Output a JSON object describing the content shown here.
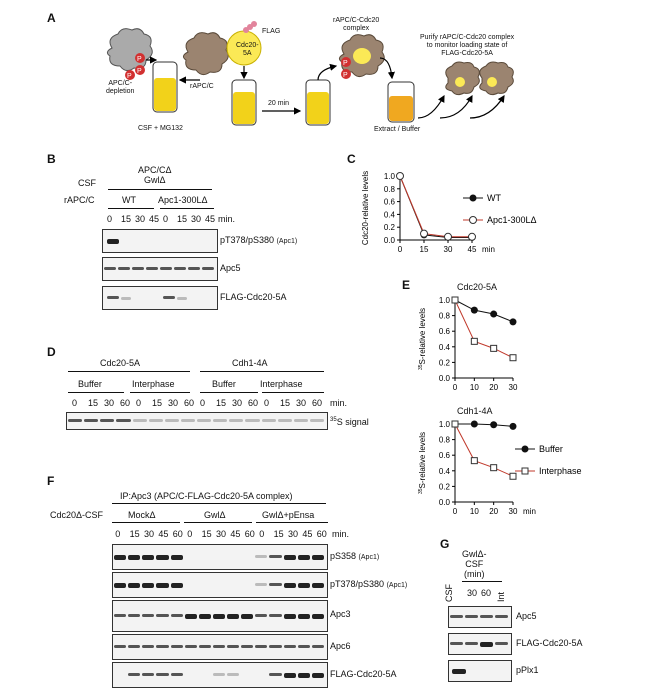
{
  "panelA": {
    "letter": "A",
    "flag": "FLAG",
    "cdc20": "Cdc20-\n5A",
    "rapcc_cdc20": "rAPC/C-Cdc20\ncomplex",
    "purify": "Purify rAPC/C-Cdc20 complex\nto monitor loading state of\nFLAG-Cdc20-5A",
    "depletion": "APC/C-\ndepletion",
    "rapcc": "rAPC/C",
    "time": "20 min",
    "csf": "CSF + MG132",
    "extract": "Extract / Buffer",
    "p": "P"
  },
  "panelB": {
    "letter": "B",
    "csf_label": "CSF",
    "csf_value": "APC/CΔ\nGwlΔ",
    "rapcc_label": "rAPC/C",
    "wt": "WT",
    "mutant": "Apc1-300LΔ",
    "times": [
      "0",
      "15",
      "30",
      "45",
      "0",
      "15",
      "30",
      "45"
    ],
    "min": "min.",
    "rows": [
      "pT378/pS380",
      "Apc5",
      "FLAG-Cdc20-5A"
    ],
    "sub": "(Apc1)"
  },
  "panelC": {
    "letter": "C",
    "ylabel": "Cdc20-relative levels",
    "yticks": [
      "0.0",
      "0.2",
      "0.4",
      "0.6",
      "0.8",
      "1.0"
    ],
    "xticks": [
      "0",
      "15",
      "30",
      "45"
    ],
    "xunit": "min",
    "legend": [
      "WT",
      "Apc1-300LΔ"
    ]
  },
  "panelD": {
    "letter": "D",
    "groups": [
      "Cdc20-5A",
      "Cdh1-4A"
    ],
    "buffer": "Buffer",
    "interphase": "Interphase",
    "times": [
      "0",
      "15",
      "30",
      "60",
      "0",
      "15",
      "30",
      "60",
      "0",
      "15",
      "30",
      "60",
      "0",
      "15",
      "30",
      "60"
    ],
    "min": "min.",
    "signal_sup": "35",
    "signal": "S signal"
  },
  "panelE": {
    "letter": "E",
    "top_title": "Cdc20-5A",
    "bottom_title": "Cdh1-4A",
    "ylabel_sup": "35",
    "ylabel": "S-relative levels",
    "yticks": [
      "0.0",
      "0.2",
      "0.4",
      "0.6",
      "0.8",
      "1.0"
    ],
    "xticks": [
      "0",
      "10",
      "20",
      "30"
    ],
    "xunit": "min",
    "legend": [
      "Buffer",
      "Interphase"
    ]
  },
  "chart_data": [
    {
      "type": "line",
      "ylabel": "Cdc20-relative levels",
      "x": [
        0,
        15,
        30,
        45
      ],
      "ylim": [
        0,
        1.0
      ],
      "series": [
        {
          "name": "WT",
          "values": [
            1.0,
            0.08,
            0.04,
            0.04
          ],
          "color": "#111111"
        },
        {
          "name": "Apc1-300LΔ",
          "values": [
            1.0,
            0.1,
            0.05,
            0.05
          ],
          "color": "#c0392b"
        }
      ]
    },
    {
      "type": "line",
      "title": "Cdc20-5A",
      "x": [
        0,
        10,
        20,
        30
      ],
      "ylim": [
        0,
        1.0
      ],
      "series": [
        {
          "name": "Buffer",
          "values": [
            1.0,
            0.87,
            0.82,
            0.72
          ],
          "color": "#111111"
        },
        {
          "name": "Interphase",
          "values": [
            1.0,
            0.47,
            0.38,
            0.26
          ],
          "color": "#c0392b"
        }
      ]
    },
    {
      "type": "line",
      "title": "Cdh1-4A",
      "x": [
        0,
        10,
        20,
        30
      ],
      "ylim": [
        0,
        1.0
      ],
      "series": [
        {
          "name": "Buffer",
          "values": [
            1.0,
            1.0,
            0.99,
            0.97
          ],
          "color": "#111111"
        },
        {
          "name": "Interphase",
          "values": [
            1.0,
            0.53,
            0.44,
            0.33
          ],
          "color": "#c0392b"
        }
      ]
    }
  ],
  "panelF": {
    "letter": "F",
    "ip": "IP:Apc3 (APC/C-FLAG-Cdc20-5A complex)",
    "csf_label": "Cdc20Δ-CSF",
    "groups": [
      "MockΔ",
      "GwlΔ",
      "GwlΔ+pEnsa"
    ],
    "times": [
      "0",
      "15",
      "30",
      "45",
      "60",
      "0",
      "15",
      "30",
      "45",
      "60",
      "0",
      "15",
      "30",
      "45",
      "60"
    ],
    "min": "min.",
    "rows": [
      "pS358",
      "pT378/pS380",
      "Apc3",
      "Apc6",
      "FLAG-Cdc20-5A"
    ],
    "sub": "(Apc1)"
  },
  "panelG": {
    "letter": "G",
    "head": "GwlΔ-\nCSF\n(min)",
    "lanes": [
      "CSF",
      "30",
      "60",
      "Int"
    ],
    "rows": [
      "Apc5",
      "FLAG-Cdc20-5A",
      "pPlx1"
    ]
  }
}
